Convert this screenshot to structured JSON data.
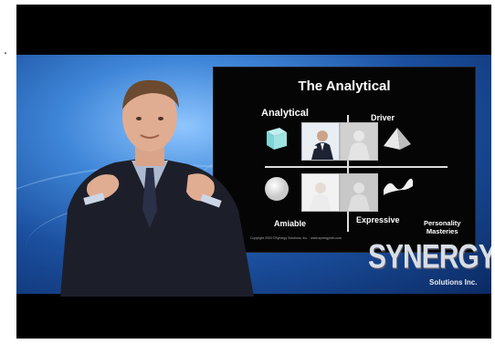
{
  "slide": {
    "title": "The Analytical",
    "quadrants": {
      "top_left": "Analytical",
      "top_right": "Driver",
      "bottom_left": "Amiable",
      "bottom_right": "Expressive"
    },
    "footer": "Copyright 2003 ©Synergy Solutions, Inc. · www.synergyinfo.com",
    "tagline": [
      "Personality",
      "Masteries"
    ]
  },
  "logo": {
    "name": "SYNERGY",
    "sub": "Solutions Inc."
  },
  "colors": {
    "background_blue": "#1b4f9e",
    "screen_black": "#050505",
    "suit": "#1c1f29"
  },
  "icons": [
    "cube-icon",
    "pyramid-icon",
    "sphere-icon",
    "wave-icon"
  ]
}
